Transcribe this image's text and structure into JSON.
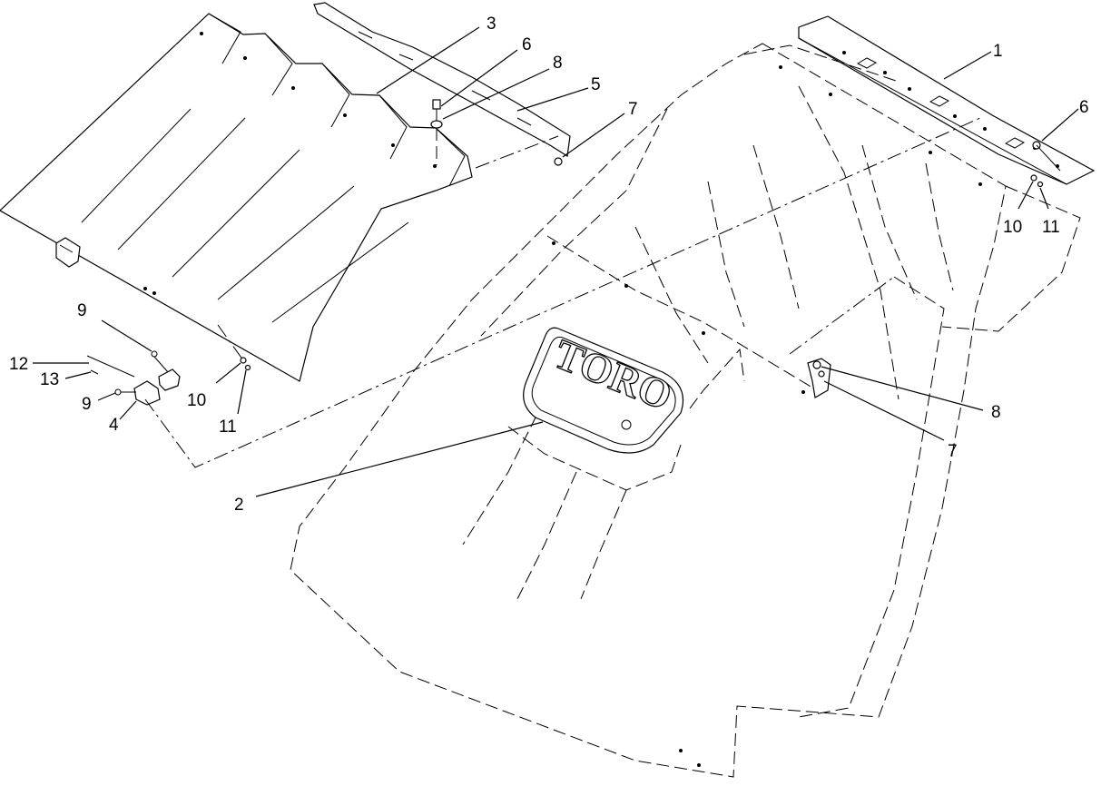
{
  "diagram": {
    "logo_text": "TORO",
    "callouts": [
      {
        "key": "c1",
        "label": "1"
      },
      {
        "key": "c2",
        "label": "2"
      },
      {
        "key": "c3",
        "label": "3"
      },
      {
        "key": "c4",
        "label": "4"
      },
      {
        "key": "c5",
        "label": "5"
      },
      {
        "key": "c6a",
        "label": "6"
      },
      {
        "key": "c6b",
        "label": "6"
      },
      {
        "key": "c7a",
        "label": "7"
      },
      {
        "key": "c7b",
        "label": "7"
      },
      {
        "key": "c8a",
        "label": "8"
      },
      {
        "key": "c8b",
        "label": "8"
      },
      {
        "key": "c9a",
        "label": "9"
      },
      {
        "key": "c9b",
        "label": "9"
      },
      {
        "key": "c10a",
        "label": "10"
      },
      {
        "key": "c10b",
        "label": "10"
      },
      {
        "key": "c11a",
        "label": "11"
      },
      {
        "key": "c11b",
        "label": "11"
      },
      {
        "key": "c12",
        "label": "12"
      },
      {
        "key": "c13",
        "label": "13"
      }
    ]
  }
}
